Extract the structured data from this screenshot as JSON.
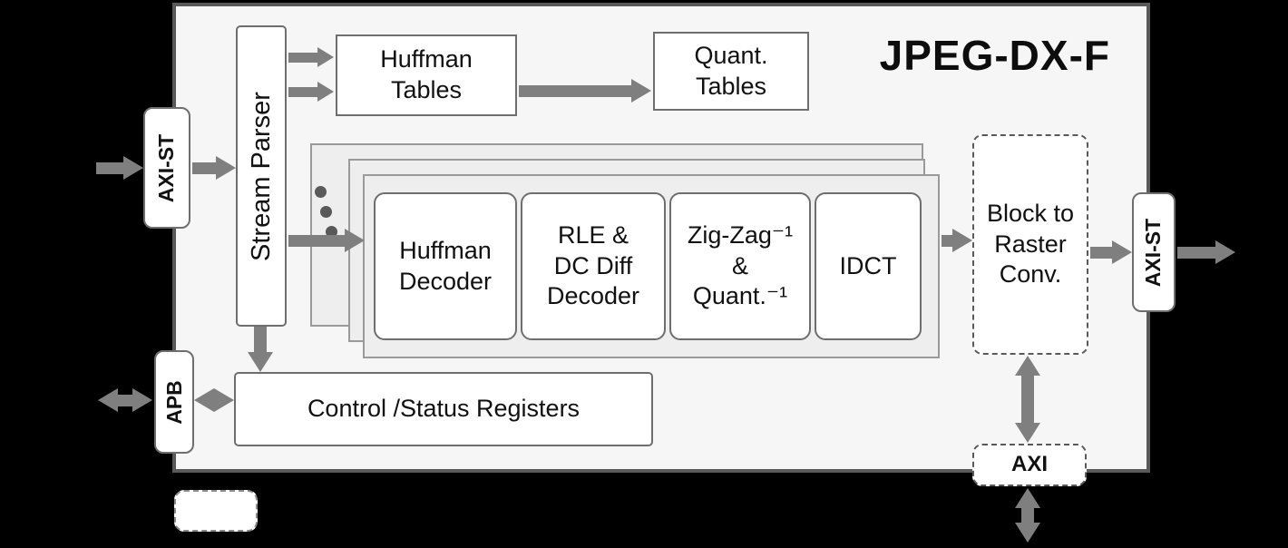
{
  "title": "JPEG-DX-F",
  "ports": {
    "axi_st_in": {
      "label": "AXI-ST"
    },
    "axi_st_out": {
      "label": "AXI-ST"
    },
    "apb": {
      "label": "APB"
    },
    "axi": {
      "label": "AXI"
    }
  },
  "blocks": {
    "stream_parser": {
      "label": "Stream Parser"
    },
    "huffman_tables": {
      "label": "Huffman\nTables"
    },
    "quant_tables": {
      "label": "Quant.\nTables"
    },
    "huffman_decoder": {
      "label": "Huffman\nDecoder"
    },
    "rle_dc_diff_decoder": {
      "label": "RLE &\nDC Diff\nDecoder"
    },
    "zigzag_inv_quant_inv": {
      "label": "Zig-Zag⁻¹\n&\nQuant.⁻¹"
    },
    "idct": {
      "label": "IDCT"
    },
    "block_to_raster": {
      "label": "Block to\nRaster\nConv."
    },
    "control_status_registers": {
      "label": "Control /Status Registers"
    }
  },
  "colors": {
    "arrow": "#7f7f7f",
    "panel_border": "#595959",
    "panel_bg": "#f6f6f6",
    "background": "#000000"
  }
}
